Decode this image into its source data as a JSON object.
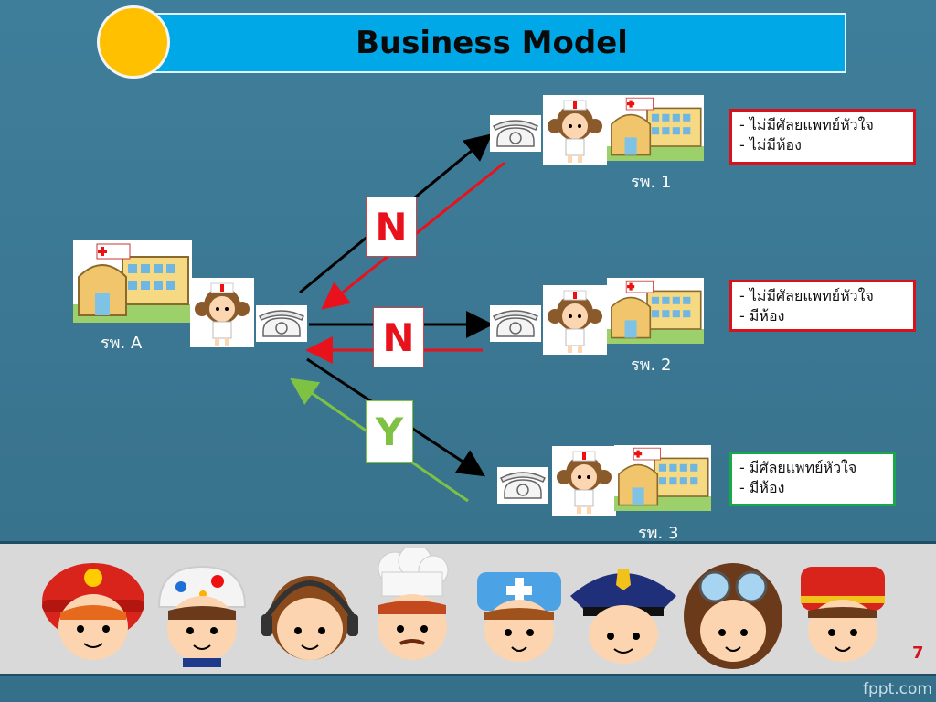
{
  "title": "Business Model",
  "colors": {
    "background": "#3e7a95",
    "title_bar": "#00a8e8",
    "title_circle": "#ffc000",
    "no_arrow": "#e8121c",
    "yes_arrow": "#7dc242",
    "note_red_border": "#d8121b",
    "note_green_border": "#1aa64a"
  },
  "source": {
    "label": "รพ. A"
  },
  "targets": [
    {
      "label": "รพ. 1",
      "notes": [
        "- ไม่มีศัลยแพทย์หัวใจ",
        "- ไม่มีห้อง"
      ],
      "status": "red"
    },
    {
      "label": "รพ. 2",
      "notes": [
        "- ไม่มีศัลยแพทย์หัวใจ",
        "- มีห้อง"
      ],
      "status": "red"
    },
    {
      "label": "รพ. 3",
      "notes": [
        "- มีศัลยแพทย์หัวใจ",
        "- มีห้อง"
      ],
      "status": "green"
    }
  ],
  "responses": [
    "N",
    "N",
    "Y"
  ],
  "icons": [
    "hospital-icon",
    "nurse-icon",
    "telephone-icon",
    "firefighter-kid",
    "painter-kid",
    "operator-kid",
    "chef-kid",
    "medic-kid",
    "police-kid",
    "pilot-kid",
    "bellhop-kid"
  ],
  "page_number": "7",
  "watermark": "fppt.com"
}
